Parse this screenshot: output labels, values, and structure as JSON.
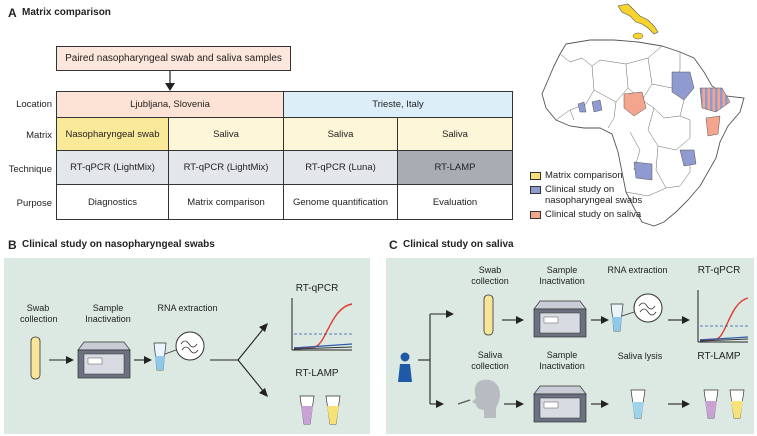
{
  "panelA": {
    "letter": "A",
    "title": "Matrix comparison",
    "top_box": "Paired nasopharyngeal swab and saliva samples",
    "row_labels": [
      "Location",
      "Matrix",
      "Technique",
      "Purpose"
    ],
    "locations": [
      "Ljubljana, Slovenia",
      "Trieste, Italy"
    ],
    "matrix": [
      "Nasopharyngeal swab",
      "Saliva",
      "Saliva",
      "Saliva"
    ],
    "technique": [
      "RT-qPCR (LightMix)",
      "RT-qPCR (LightMix)",
      "RT-qPCR (Luna)",
      "RT-LAMP"
    ],
    "purpose": [
      "Diagnostics",
      "Matrix comparison",
      "Genome quantification",
      "Evaluation"
    ],
    "legend": [
      {
        "label": "Matrix comparison",
        "color": "#f7e27a"
      },
      {
        "label": "Clinical study on nasopharyngeal swabs",
        "color": "#8f9bd0"
      },
      {
        "label": "Clinical study on saliva",
        "color": "#f3a58d"
      }
    ]
  },
  "panelB": {
    "letter": "B",
    "title": "Clinical study on nasopharyngeal swabs",
    "steps": [
      "Swab collection",
      "Sample Inactivation",
      "RNA extraction"
    ],
    "outputs": [
      "RT-qPCR",
      "RT-LAMP"
    ]
  },
  "panelC": {
    "letter": "C",
    "title": "Clinical study on saliva",
    "top_steps": [
      "Swab collection",
      "Sample Inactivation",
      "RNA extraction",
      "RT-qPCR"
    ],
    "bottom_steps": [
      "Saliva collection",
      "Sample Inactivation",
      "Saliva lysis",
      "RT-LAMP"
    ]
  },
  "colors": {
    "location_slovenia": "#fde3d6",
    "location_trieste": "#dceef8",
    "matrix_swab": "#fbe99a",
    "matrix_saliva": "#fdf6d8",
    "technique_light": "#e3e6ea",
    "technique_dark": "#a8adb3",
    "panel_bg": "#dce9e2",
    "top_box": "#fde7dc"
  }
}
